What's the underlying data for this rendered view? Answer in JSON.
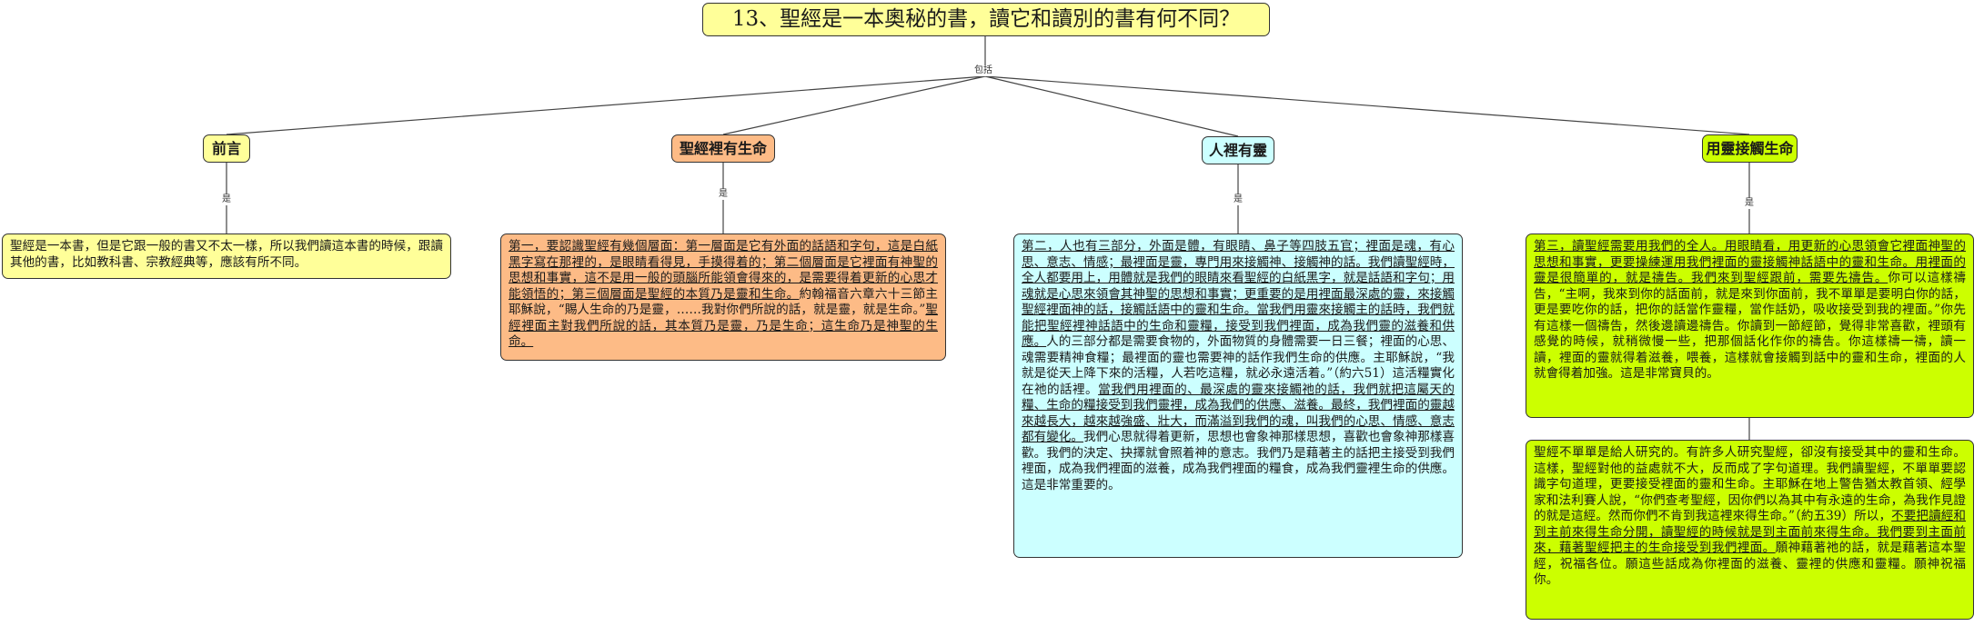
{
  "title": "13、聖經是一本奧秘的書，讀它和讀別的書有何不同？",
  "root_link_label": "包括",
  "branch_link_label": "是",
  "colors": {
    "title": "#ffff99",
    "preface": "#ffff99",
    "life": "#fdbb86",
    "spirit": "#ccffff",
    "contact": "#ccff00"
  },
  "branches": [
    {
      "label": "前言",
      "texts": [
        {
          "parts": [
            {
              "t": "聖經是一本書，但是它跟一般的書又不太一樣，所以我們讀這本書的時候，跟讀其他的書，比如教科書、宗教經典等，應該有所不同。"
            }
          ]
        }
      ]
    },
    {
      "label": "聖經裡有生命",
      "texts": [
        {
          "parts": [
            {
              "t": "第一，要認識聖經有幾個層面：第一層面是它有外面的話語和字句，這是白紙黑字寫在那裡的，是眼睛看得見，手摸得着的；第二個層面是它裡面有神聖的思想和事實，這不是用一般的頭腦所能領會得來的，是需要得着更新的心思才能領悟的；第三個層面是聖經的本質乃是靈和生命。",
              "u": true
            },
            {
              "t": "約翰福音六章六十三節主耶穌說，“賜人生命的乃是靈，……我對你們所說的話，就是靈，就是生命。”"
            },
            {
              "t": "聖經裡面主對我們所說的話，其本質乃是靈，乃是生命；這生命乃是神聖的生命。",
              "u": true
            }
          ]
        }
      ]
    },
    {
      "label": "人裡有靈",
      "texts": [
        {
          "parts": [
            {
              "t": "第二，人也有三部分，外面是體，有眼睛、鼻子等四肢五官；裡面是魂，有心思、意志、情感；最裡面是靈，專門用來接觸神、接觸神的話。我們讀聖經時，全人都要用上，用體就是我們的眼睛來看聖經的白紙黑字，就是話語和字句；用魂就是心思來領會其神聖的思想和事實；更重要的是用裡面最深處的靈，來接觸聖經裡面神的話，接觸話語中的靈和生命。當我們用靈來接觸主的話時，我們就能把聖經裡神話語中的生命和靈糧，接受到我們裡面，成為我們靈的滋養和供應。",
              "u": true
            },
            {
              "t": "人的三部分都是需要食物的，外面物質的身體需要一日三餐；裡面的心思、魂需要精神食糧；最裡面的靈也需要神的話作我們生命的供應。主耶穌說，“我就是從天上降下來的活糧，人若吃這糧，就必永遠活着。”（約六51）這活糧實化在祂的話裡。"
            },
            {
              "t": "當我們用裡面的、最深處的靈來接觸祂的話，我們就把這屬天的糧、生命的糧接受到我們靈裡，成為我們的供應、滋養。最終，我們裡面的靈越來越長大，越來越強盛、壯大，而滿溢到我們的魂，叫我們的心思、情感、意志都有變化。",
              "u": true
            },
            {
              "t": "我們心思就得着更新，思想也會象神那樣思想，喜歡也會象神那樣喜歡。我們的決定、抉擇就會照着神的意志。我們乃是藉著主的話把主接受到我們裡面，成為我們裡面的滋養，成為我們裡面的糧食，成為我們靈裡生命的供應。這是非常重要的。"
            }
          ]
        }
      ]
    },
    {
      "label": "用靈接觸生命",
      "texts": [
        {
          "parts": [
            {
              "t": "第三，讀聖經需要用我們的全人。用眼睛看，用更新的心思領會它裡面神聖的思想和事實，更要操練運用我們裡面的靈接觸神話語中的靈和生命。用裡面的靈是很簡單的，就是禱告。我們來到聖經跟前，需要先禱告。",
              "u": true
            },
            {
              "t": "你可以這樣禱告，“主啊，我來到你的話面前，就是來到你面前，我不單單是要明白你的話，更是要吃你的話，把你的話當作靈糧，當作話奶，吸收接受到我的裡面。”你先有這樣一個禱告，然後邊讀邊禱告。你讀到一節經節，覺得非常喜歡，裡頭有感覺的時候，就稍微慢一些，把那個話化作你的禱告。你這樣禱一禱，讀一讀，裡面的靈就得着滋養，喂養，這樣就會接觸到話中的靈和生命，裡面的人就會得着加強。這是非常寶貝的。"
            }
          ]
        },
        {
          "parts": [
            {
              "t": "聖經不單單是給人研究的。有許多人研究聖經，卻沒有接受其中的靈和生命。這樣，聖經對他的益處就不大，反而成了字句道理。我們讀聖經，不單單要認識字句道理，更要接受裡面的靈和生命。主耶穌在地上警告猶太教首領、經學家和法利賽人說，“你們查考聖經，因你們以為其中有永遠的生命，為我作見證的就是這經。然而你們不肯到我這裡來得生命。”（約五39）所以，"
            },
            {
              "t": "不要把讀經和到主前來得生命分開，讀聖經的時候就是到主面前來得生命。我們要到主面前來，藉著聖經把主的生命接受到我們裡面。",
              "u": true
            },
            {
              "t": "願神藉著祂的話，就是藉著這本聖經，祝福各位。願這些話成為你裡面的滋養、靈裡的供應和靈糧。願神祝福你。"
            }
          ]
        }
      ]
    }
  ]
}
